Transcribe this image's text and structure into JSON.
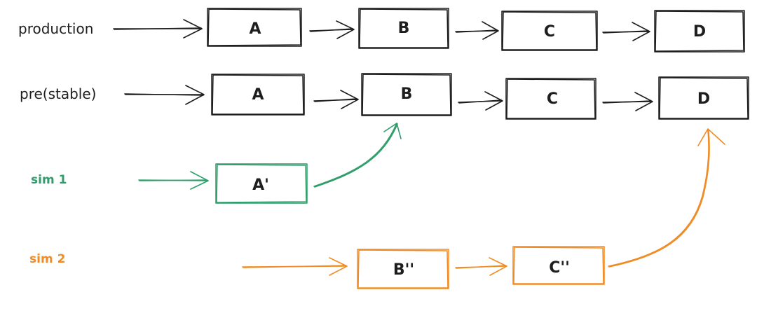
{
  "colors": {
    "ink": "#1e1e1e",
    "green": "#2f9e6a",
    "orange": "#f08c26"
  },
  "rows": {
    "production": {
      "label": "production",
      "nodes": [
        "A",
        "B",
        "C",
        "D"
      ]
    },
    "pre": {
      "label": "pre(stable)",
      "nodes": [
        "A",
        "B",
        "C",
        "D"
      ]
    },
    "sim1": {
      "label": "sim 1",
      "nodes": [
        "A'"
      ]
    },
    "sim2": {
      "label": "sim 2",
      "nodes": [
        "B''",
        "C''"
      ]
    }
  }
}
